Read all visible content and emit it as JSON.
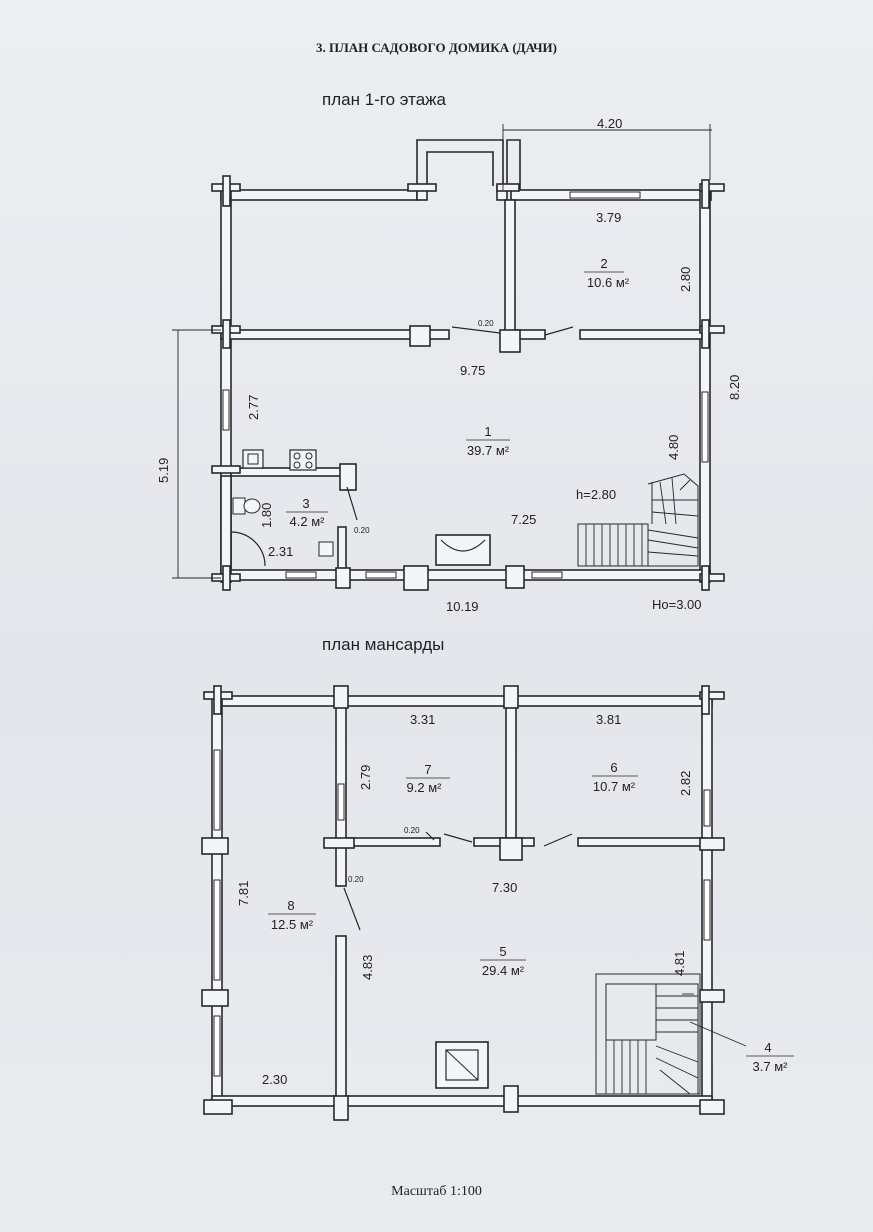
{
  "title": "3. ПЛАН САДОВОГО ДОМИКА (ДАЧИ)",
  "scale": "Масштаб 1:100",
  "floor1": {
    "title": "план 1-го этажа",
    "dims": {
      "top_right": "4.20",
      "room2_width": "3.79",
      "room2_depth": "2.80",
      "hall_width": "9.75",
      "right_total": "8.20",
      "left_total": "5.19",
      "left_wall": "2.77",
      "hall_right": "4.80",
      "height": "h=2.80",
      "bath_depth": "1.80",
      "bath_width": "2.31",
      "hall_lower": "7.25",
      "bottom_total": "10.19",
      "ho": "Но=3.00",
      "wall_a": "0.20",
      "wall_b": "0.20"
    },
    "rooms": [
      {
        "num": "1",
        "area": "39.7 м²"
      },
      {
        "num": "2",
        "area": "10.6 м²"
      },
      {
        "num": "3",
        "area": "4.2 м²"
      }
    ]
  },
  "floor2": {
    "title": "план мансарды",
    "dims": {
      "room7_width": "3.31",
      "room6_width": "3.81",
      "room7_depth": "2.79",
      "room6_depth": "2.82",
      "wall_a": "0.20",
      "wall_b": "0.20",
      "room8_depth": "7.81",
      "hall_width": "7.30",
      "room8_right": "4.83",
      "hall_right": "4.81",
      "room8_width": "2.30"
    },
    "rooms": [
      {
        "num": "5",
        "area": "29.4 м²"
      },
      {
        "num": "6",
        "area": "10.7 м²"
      },
      {
        "num": "7",
        "area": "9.2 м²"
      },
      {
        "num": "8",
        "area": "12.5 м²"
      },
      {
        "num": "4",
        "area": "3.7 м²"
      }
    ]
  }
}
